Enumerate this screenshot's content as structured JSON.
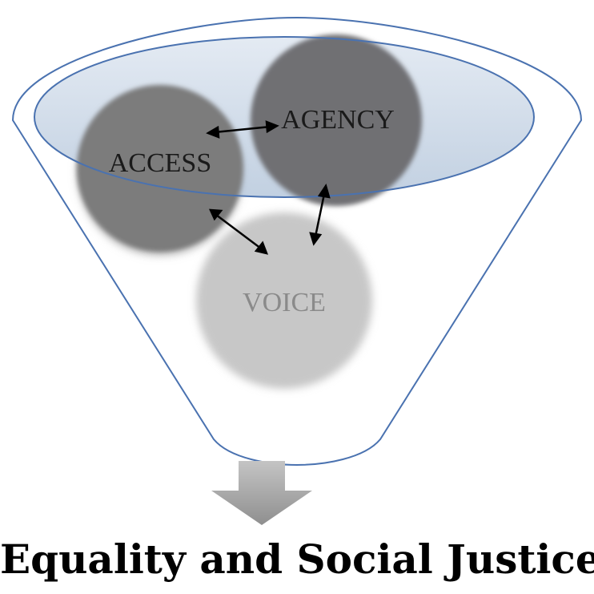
{
  "diagram": {
    "bubbles": {
      "access": {
        "label": "ACCESS"
      },
      "agency": {
        "label": "AGENCY"
      },
      "voice": {
        "label": "VOICE"
      }
    },
    "outcome": {
      "label": "Equality and Social Justice"
    }
  },
  "colors": {
    "funnel_outline": "#4a72b0",
    "funnel_rim_fill": "#c9d6e6",
    "access_bubble": "#7b7b7b",
    "agency_bubble": "#6f7073",
    "voice_bubble": "#c7c7c7",
    "lower_access_bubble": "#bdbdbd",
    "arrow": "#000000",
    "down_arrow": "#a8a8a8",
    "voice_text": "#8a8a8a",
    "label_text": "#1a1a1a"
  }
}
